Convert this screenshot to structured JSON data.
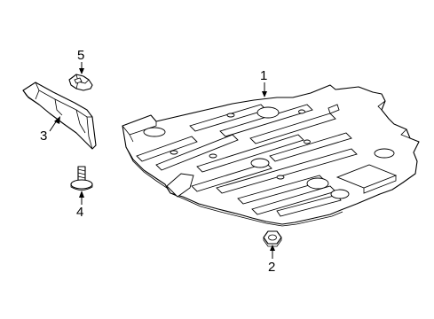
{
  "diagram": {
    "callouts": [
      {
        "number": "1",
        "part": "skid-plate"
      },
      {
        "number": "2",
        "part": "nut"
      },
      {
        "number": "3",
        "part": "deflector"
      },
      {
        "number": "4",
        "part": "screw"
      },
      {
        "number": "5",
        "part": "clip"
      }
    ]
  }
}
